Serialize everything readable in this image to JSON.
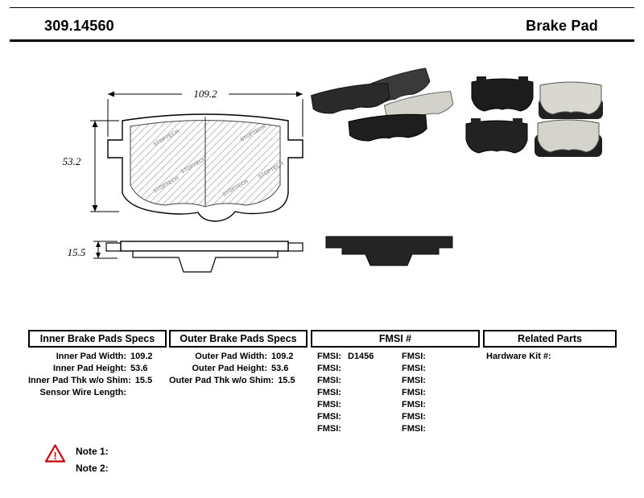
{
  "header": {
    "part_number": "309.14560",
    "product_type": "Brake Pad"
  },
  "drawing": {
    "width_dim": "109.2",
    "height_dim": "53.2",
    "thickness_dim": "15.5",
    "brand": "STOPTECH"
  },
  "table": {
    "inner": {
      "title": "Inner Brake Pads Specs",
      "rows": [
        {
          "label": "Inner Pad Width:",
          "value": "109.2"
        },
        {
          "label": "Inner Pad Height:",
          "value": "53.6"
        },
        {
          "label": "Inner Pad Thk w/o Shim:",
          "value": "15.5"
        },
        {
          "label": "Sensor Wire Length:",
          "value": ""
        }
      ]
    },
    "outer": {
      "title": "Outer Brake Pads Specs",
      "rows": [
        {
          "label": "Outer Pad Width:",
          "value": "109.2"
        },
        {
          "label": "Outer Pad Height:",
          "value": "53.6"
        },
        {
          "label": "Outer Pad Thk w/o Shim:",
          "value": "15.5"
        }
      ]
    },
    "fmsi": {
      "title": "FMSI #",
      "col1": [
        {
          "label": "FMSI:",
          "value": "D1456"
        },
        {
          "label": "FMSI:",
          "value": ""
        },
        {
          "label": "FMSI:",
          "value": ""
        },
        {
          "label": "FMSI:",
          "value": ""
        },
        {
          "label": "FMSI:",
          "value": ""
        },
        {
          "label": "FMSI:",
          "value": ""
        },
        {
          "label": "FMSI:",
          "value": ""
        }
      ],
      "col2": [
        {
          "label": "FMSI:",
          "value": ""
        },
        {
          "label": "FMSI:",
          "value": ""
        },
        {
          "label": "FMSI:",
          "value": ""
        },
        {
          "label": "FMSI:",
          "value": ""
        },
        {
          "label": "FMSI:",
          "value": ""
        },
        {
          "label": "FMSI:",
          "value": ""
        },
        {
          "label": "FMSI:",
          "value": ""
        }
      ]
    },
    "related": {
      "title": "Related Parts",
      "rows": [
        {
          "label": "Hardware Kit #:",
          "value": ""
        }
      ]
    }
  },
  "notes": {
    "warning_glyph": "!",
    "items": [
      {
        "label": "Note 1:"
      },
      {
        "label": "Note 2:"
      }
    ]
  }
}
